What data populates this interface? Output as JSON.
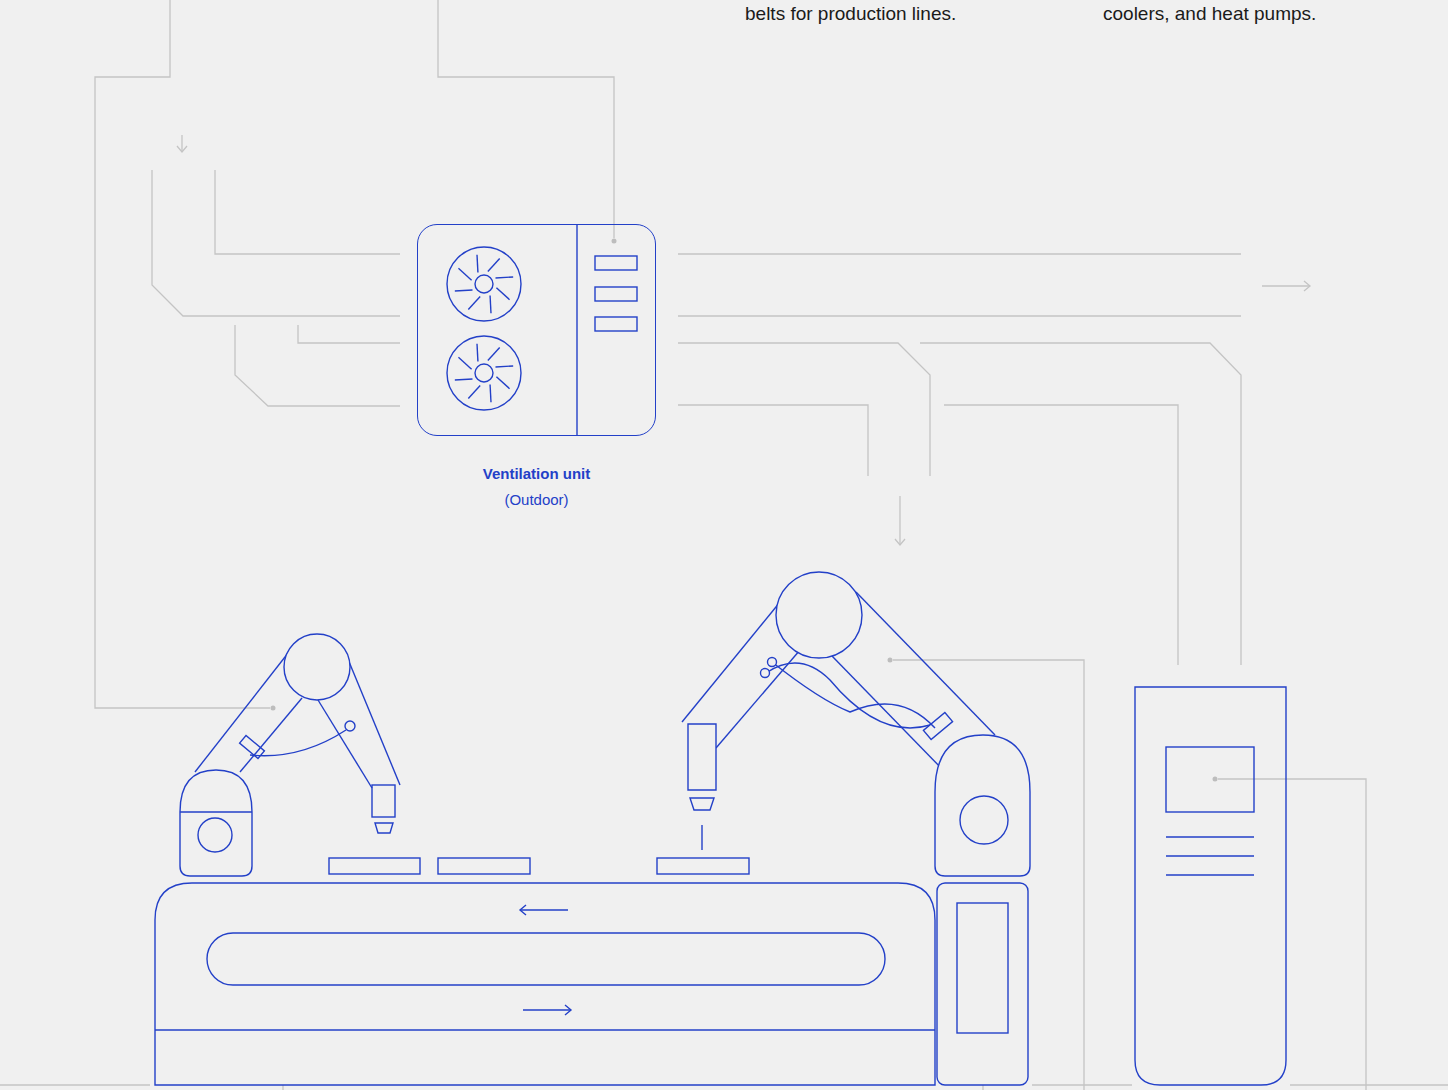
{
  "diagram": {
    "nodes": [
      {
        "text": [
          "Ventilation unit",
          "(Outdoor)"
        ]
      }
    ],
    "labels": [
      "belts for production lines.",
      "coolers, and heat pumps."
    ]
  }
}
